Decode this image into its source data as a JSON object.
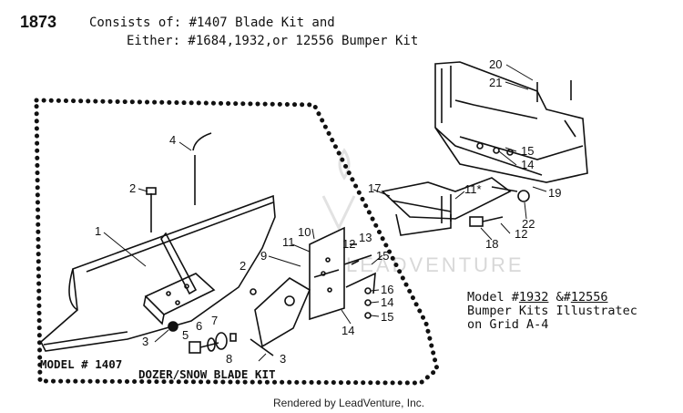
{
  "header": {
    "number": "1873",
    "line1": "Consists of: #1407 Blade Kit and",
    "line2": "Either: #1684,1932,or 12556 Bumper Kit"
  },
  "model_note": {
    "line1_prefix": "Model #",
    "line1_model_a": "1932",
    "line1_mid": " &#",
    "line1_model_b": "12556",
    "line2": "Bumper Kits Illustratec",
    "line3": "on Grid A-4"
  },
  "kit_label": {
    "model": "MODEL # 1407",
    "name": "DOZER/SNOW BLADE KIT"
  },
  "watermark": "LEADVENTURE",
  "footer": "Rendered by LeadVenture, Inc.",
  "callouts": [
    "1",
    "2",
    "2",
    "3",
    "3",
    "4",
    "5",
    "6",
    "7",
    "8",
    "9",
    "10",
    "11",
    "11*",
    "12",
    "12",
    "13",
    "14",
    "14",
    "14",
    "15",
    "15",
    "15",
    "16",
    "17",
    "18",
    "19",
    "20",
    "21",
    "22"
  ]
}
